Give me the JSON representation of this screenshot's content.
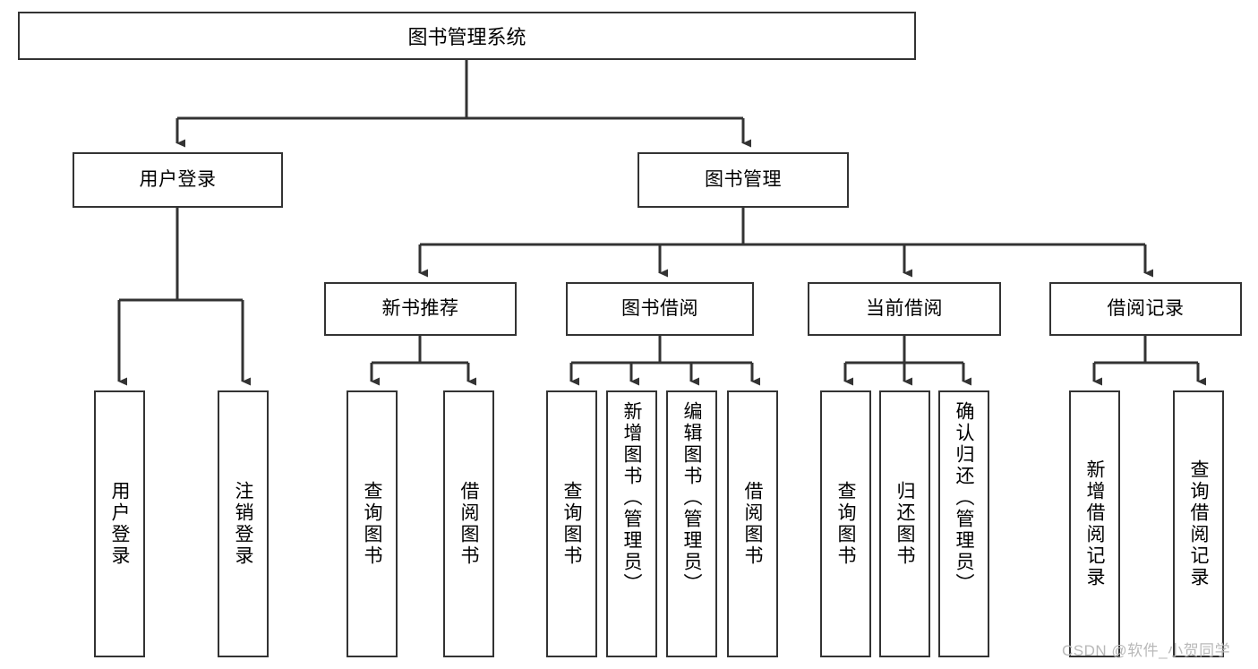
{
  "diagram": {
    "title": "图书管理系统",
    "type": "tree-hierarchy",
    "root": {
      "label": "图书管理系统"
    },
    "level1": [
      {
        "label": "用户登录"
      },
      {
        "label": "图书管理"
      }
    ],
    "level2": [
      {
        "label": "新书推荐"
      },
      {
        "label": "图书借阅"
      },
      {
        "label": "当前借阅"
      },
      {
        "label": "借阅记录"
      }
    ],
    "leaves": {
      "user_login": [
        {
          "label": "用户登录"
        },
        {
          "label": "注销登录"
        }
      ],
      "new_book_recommend": [
        {
          "label": "查询图书"
        },
        {
          "label": "借阅图书"
        }
      ],
      "book_borrow": [
        {
          "label": "查询图书"
        },
        {
          "label": "新增图书（管理员）"
        },
        {
          "label": "编辑图书（管理员）"
        },
        {
          "label": "借阅图书"
        }
      ],
      "current_borrow": [
        {
          "label": "查询图书"
        },
        {
          "label": "归还图书"
        },
        {
          "label": "确认归还（管理员）"
        }
      ],
      "borrow_record": [
        {
          "label": "新增借阅记录"
        },
        {
          "label": "查询借阅记录"
        }
      ]
    }
  },
  "watermark": {
    "text": "CSDN @软件_小贺同学"
  },
  "colors": {
    "stroke": "#333333",
    "background": "#ffffff",
    "text": "#000000",
    "watermark": "#b9b9b9"
  }
}
